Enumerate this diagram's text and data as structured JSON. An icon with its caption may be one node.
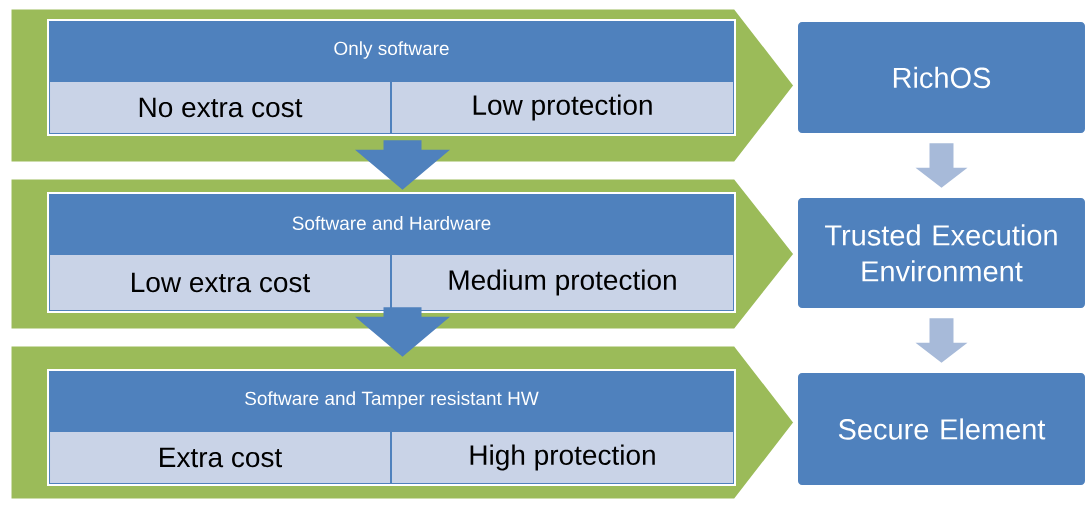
{
  "diagram": {
    "nodes": [
      {
        "text": [],
        "shape": "band"
      },
      {
        "text": [
          "Only software"
        ],
        "in": 0
      },
      {
        "text": [
          "No extra cost"
        ],
        "in": 1
      },
      {
        "text": [
          "Low protection"
        ],
        "in": 1
      },
      {
        "text": [],
        "shape": "band"
      },
      {
        "text": [
          "Software and Hardware"
        ],
        "in": 4
      },
      {
        "text": [
          "Low extra cost"
        ],
        "in": 5
      },
      {
        "text": [
          "Medium protection"
        ],
        "in": 5
      },
      {
        "text": [],
        "shape": "band"
      },
      {
        "text": [
          "Software and Tamper resistant HW"
        ],
        "in": 8
      },
      {
        "text": [
          "Extra cost"
        ],
        "in": 9
      },
      {
        "text": [
          "High protection"
        ],
        "in": 9
      },
      {
        "text": [
          "RichOS"
        ]
      },
      {
        "text": [
          "Trusted Execution Environment"
        ]
      },
      {
        "text": [
          "Secure Element"
        ]
      }
    ],
    "edges": [
      {
        "from": 0,
        "to": 4,
        "arrow": "to",
        "color": "#4f81bd"
      },
      {
        "from": 4,
        "to": 8,
        "arrow": "to",
        "color": "#4f81bd"
      },
      {
        "from": 12,
        "to": 13,
        "arrow": "to",
        "color": "#a7bad9"
      },
      {
        "from": 13,
        "to": 14,
        "arrow": "to",
        "color": "#a7bad9"
      }
    ]
  }
}
